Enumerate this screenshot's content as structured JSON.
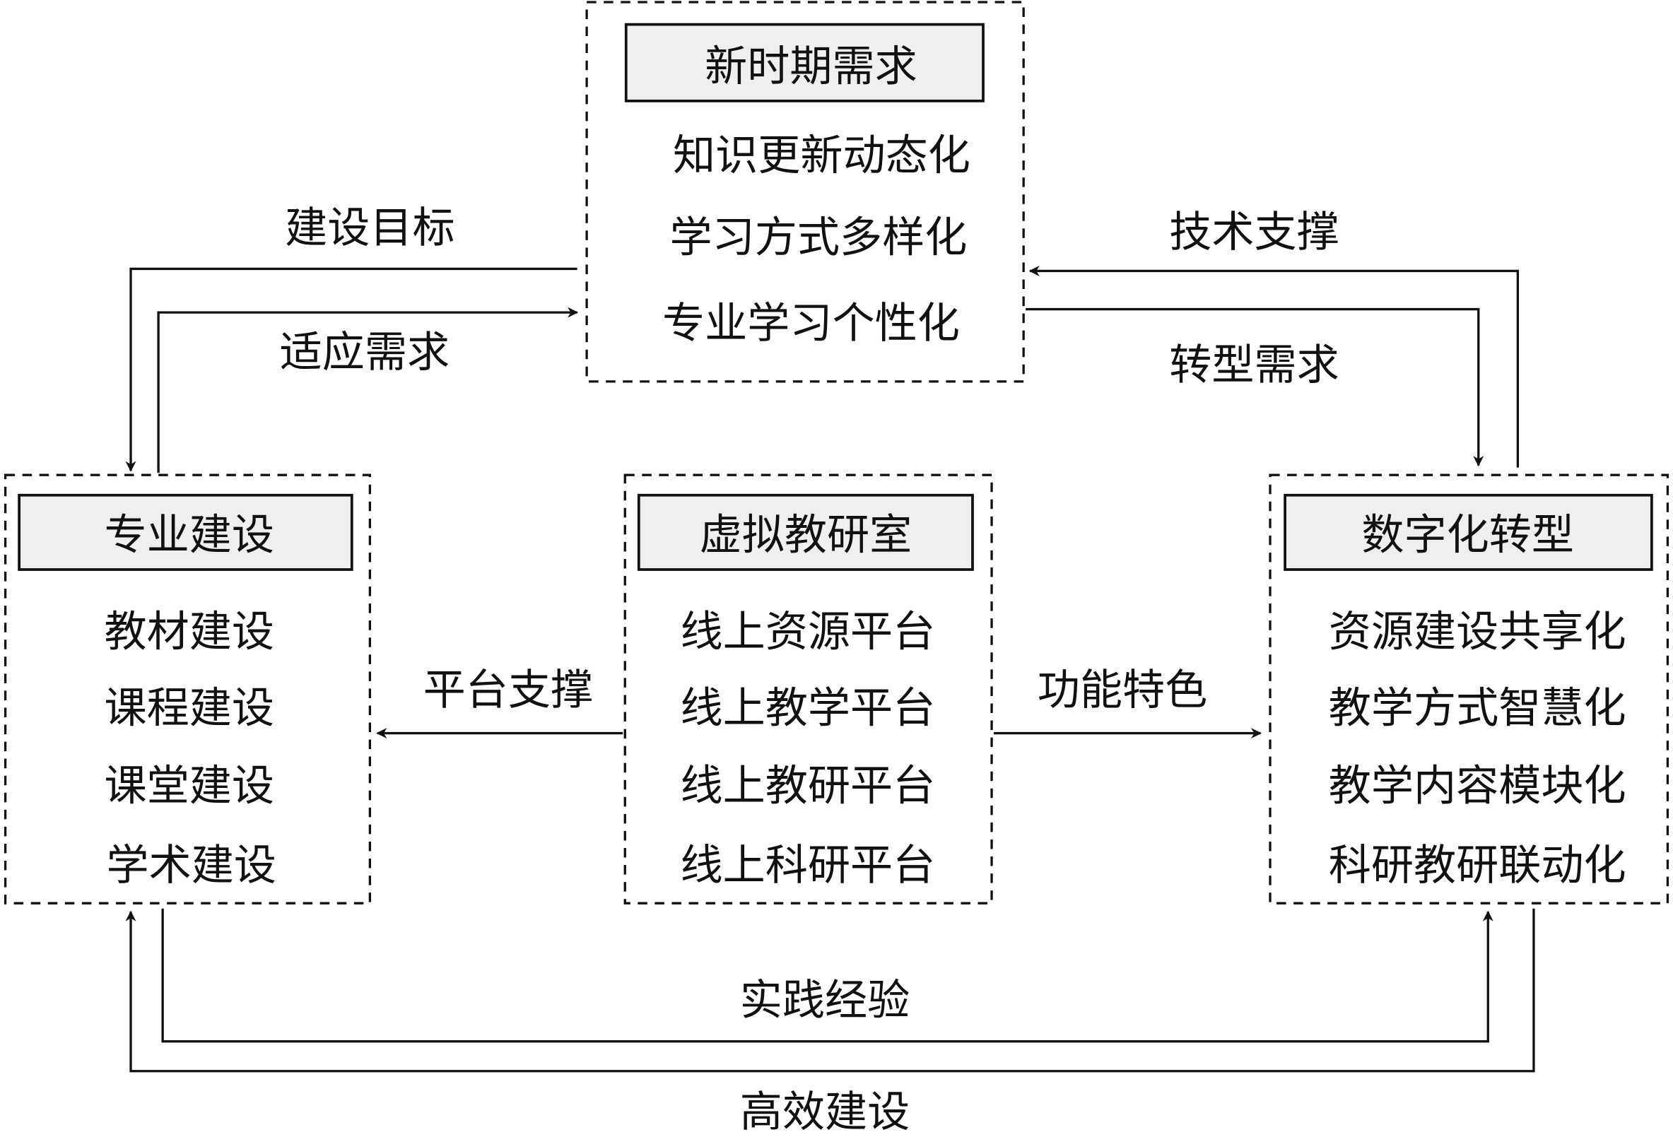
{
  "boxes": {
    "top": {
      "title": "新时期需求",
      "items": [
        "知识更新动态化",
        "学习方式多样化",
        "专业学习个性化"
      ]
    },
    "left": {
      "title": "专业建设",
      "items": [
        "教材建设",
        "课程建设",
        "课堂建设",
        "学术建设"
      ]
    },
    "center": {
      "title": "虚拟教研室",
      "items": [
        "线上资源平台",
        "线上教学平台",
        "线上教研平台",
        "线上科研平台"
      ]
    },
    "right": {
      "title": "数字化转型",
      "items": [
        "资源建设共享化",
        "教学方式智慧化",
        "教学内容模块化",
        "科研教研联动化"
      ]
    }
  },
  "edges": {
    "build_goal": "建设目标",
    "adapt_demand": "适应需求",
    "tech_support": "技术支撑",
    "transform_demand": "转型需求",
    "platform_support": "平台支撑",
    "function_features": "功能特色",
    "practice_experience": "实践经验",
    "efficient_build": "高效建设"
  },
  "colors": {
    "header_fill": "#eef0f0",
    "stroke": "#111111"
  }
}
